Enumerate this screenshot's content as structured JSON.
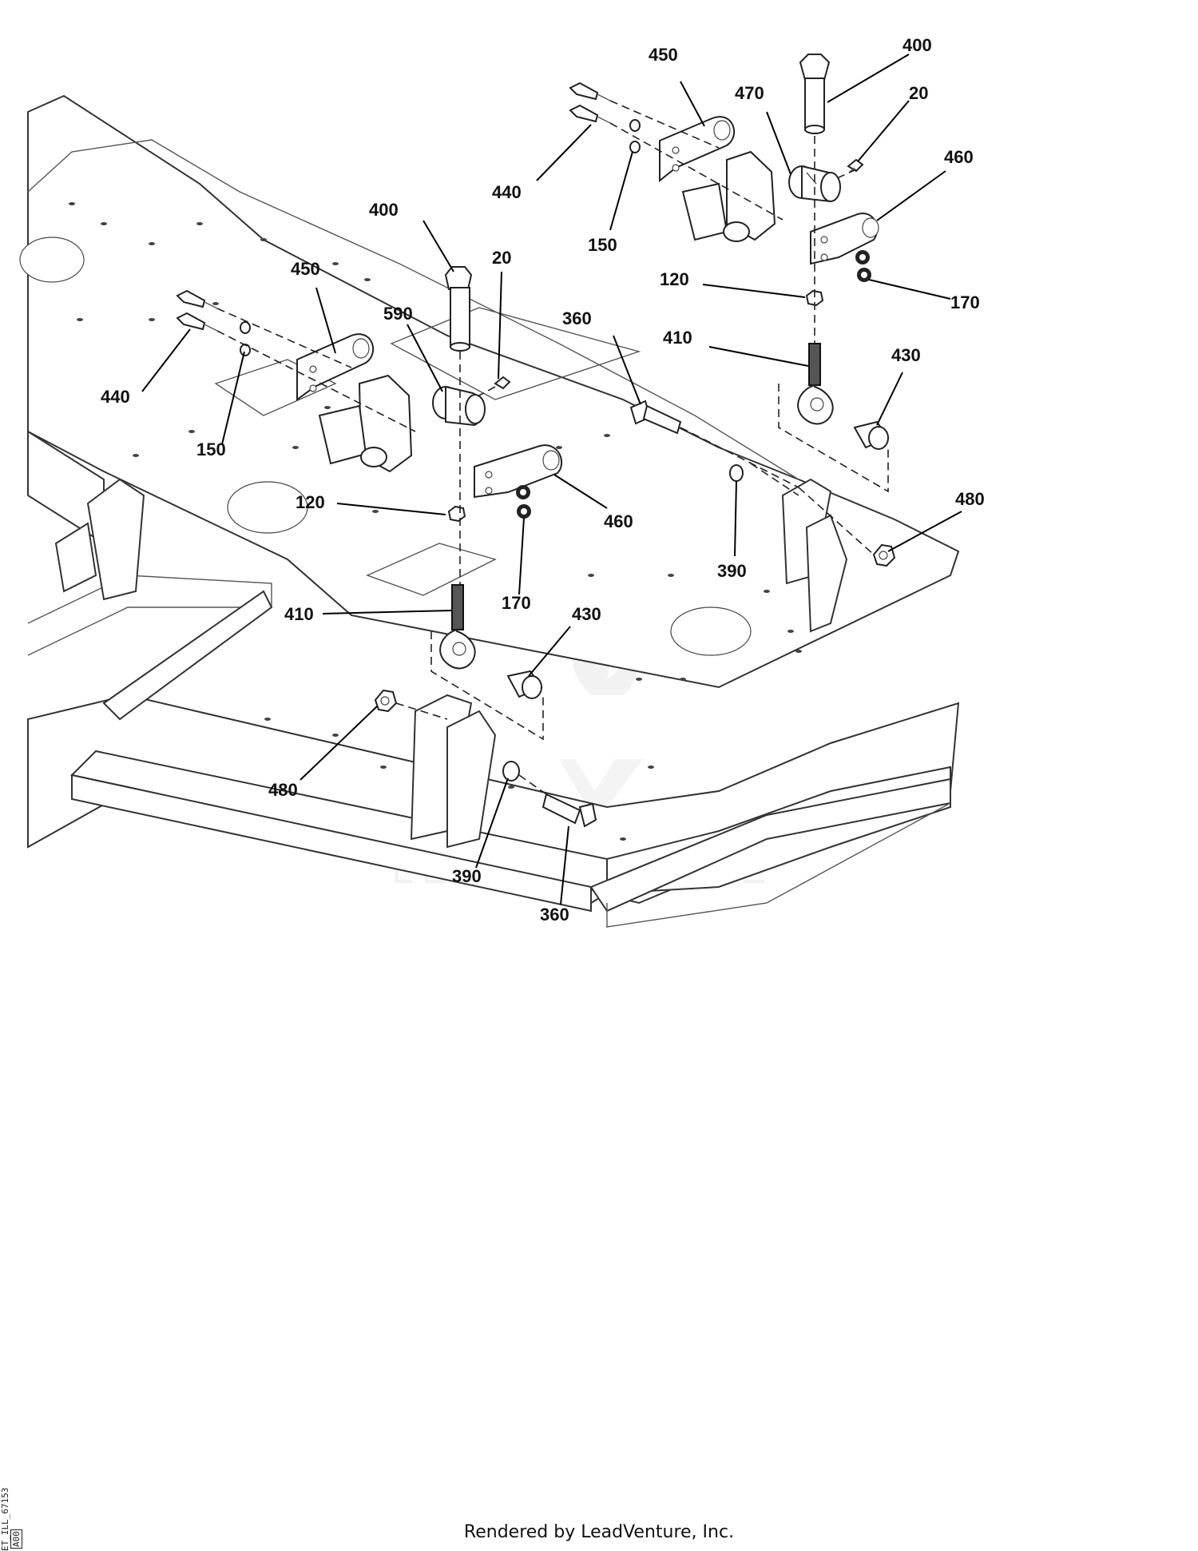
{
  "diagram": {
    "callouts": [
      {
        "id": "c1",
        "text": "400"
      },
      {
        "id": "c2",
        "text": "450"
      },
      {
        "id": "c3",
        "text": "470"
      },
      {
        "id": "c4",
        "text": "20"
      },
      {
        "id": "c5",
        "text": "460"
      },
      {
        "id": "c6",
        "text": "440"
      },
      {
        "id": "c7",
        "text": "150"
      },
      {
        "id": "c8",
        "text": "120"
      },
      {
        "id": "c9",
        "text": "170"
      },
      {
        "id": "c10",
        "text": "410"
      },
      {
        "id": "c11",
        "text": "430"
      },
      {
        "id": "c12",
        "text": "360"
      },
      {
        "id": "c13",
        "text": "400"
      },
      {
        "id": "c14",
        "text": "20"
      },
      {
        "id": "c15",
        "text": "450"
      },
      {
        "id": "c16",
        "text": "590"
      },
      {
        "id": "c17",
        "text": "440"
      },
      {
        "id": "c18",
        "text": "150"
      },
      {
        "id": "c19",
        "text": "120"
      },
      {
        "id": "c20",
        "text": "460"
      },
      {
        "id": "c21",
        "text": "390"
      },
      {
        "id": "c22",
        "text": "480"
      },
      {
        "id": "c23",
        "text": "170"
      },
      {
        "id": "c24",
        "text": "410"
      },
      {
        "id": "c25",
        "text": "430"
      },
      {
        "id": "c26",
        "text": "480"
      },
      {
        "id": "c27",
        "text": "390"
      },
      {
        "id": "c28",
        "text": "360"
      }
    ],
    "watermark": "LEADVENTURE"
  },
  "footer": {
    "rendered_by": "Rendered by LeadVenture, Inc.",
    "illustration_id": "ET_ILL_67153",
    "revision": "A00"
  }
}
